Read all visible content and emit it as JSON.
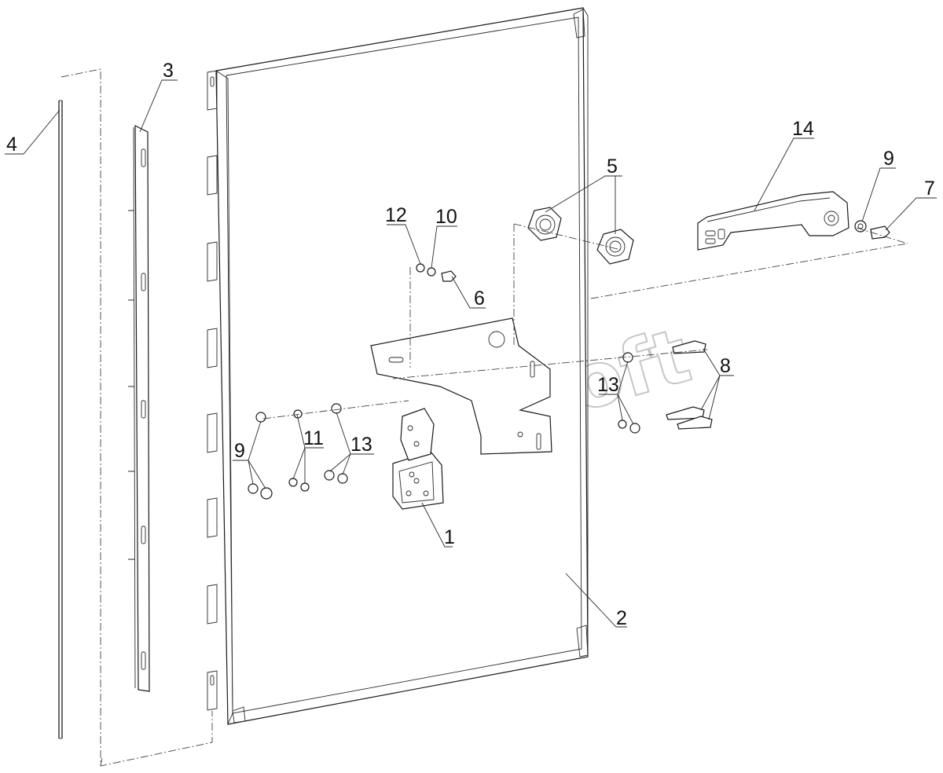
{
  "watermark": "AutoSoft",
  "callouts": {
    "c1": "1",
    "c2": "2",
    "c3": "3",
    "c4": "4",
    "c5": "5",
    "c6": "6",
    "c7": "7",
    "c8": "8",
    "c9a": "9",
    "c9b": "9",
    "c10": "10",
    "c11": "11",
    "c12": "12",
    "c13a": "13",
    "c13b": "13",
    "c14": "14"
  }
}
